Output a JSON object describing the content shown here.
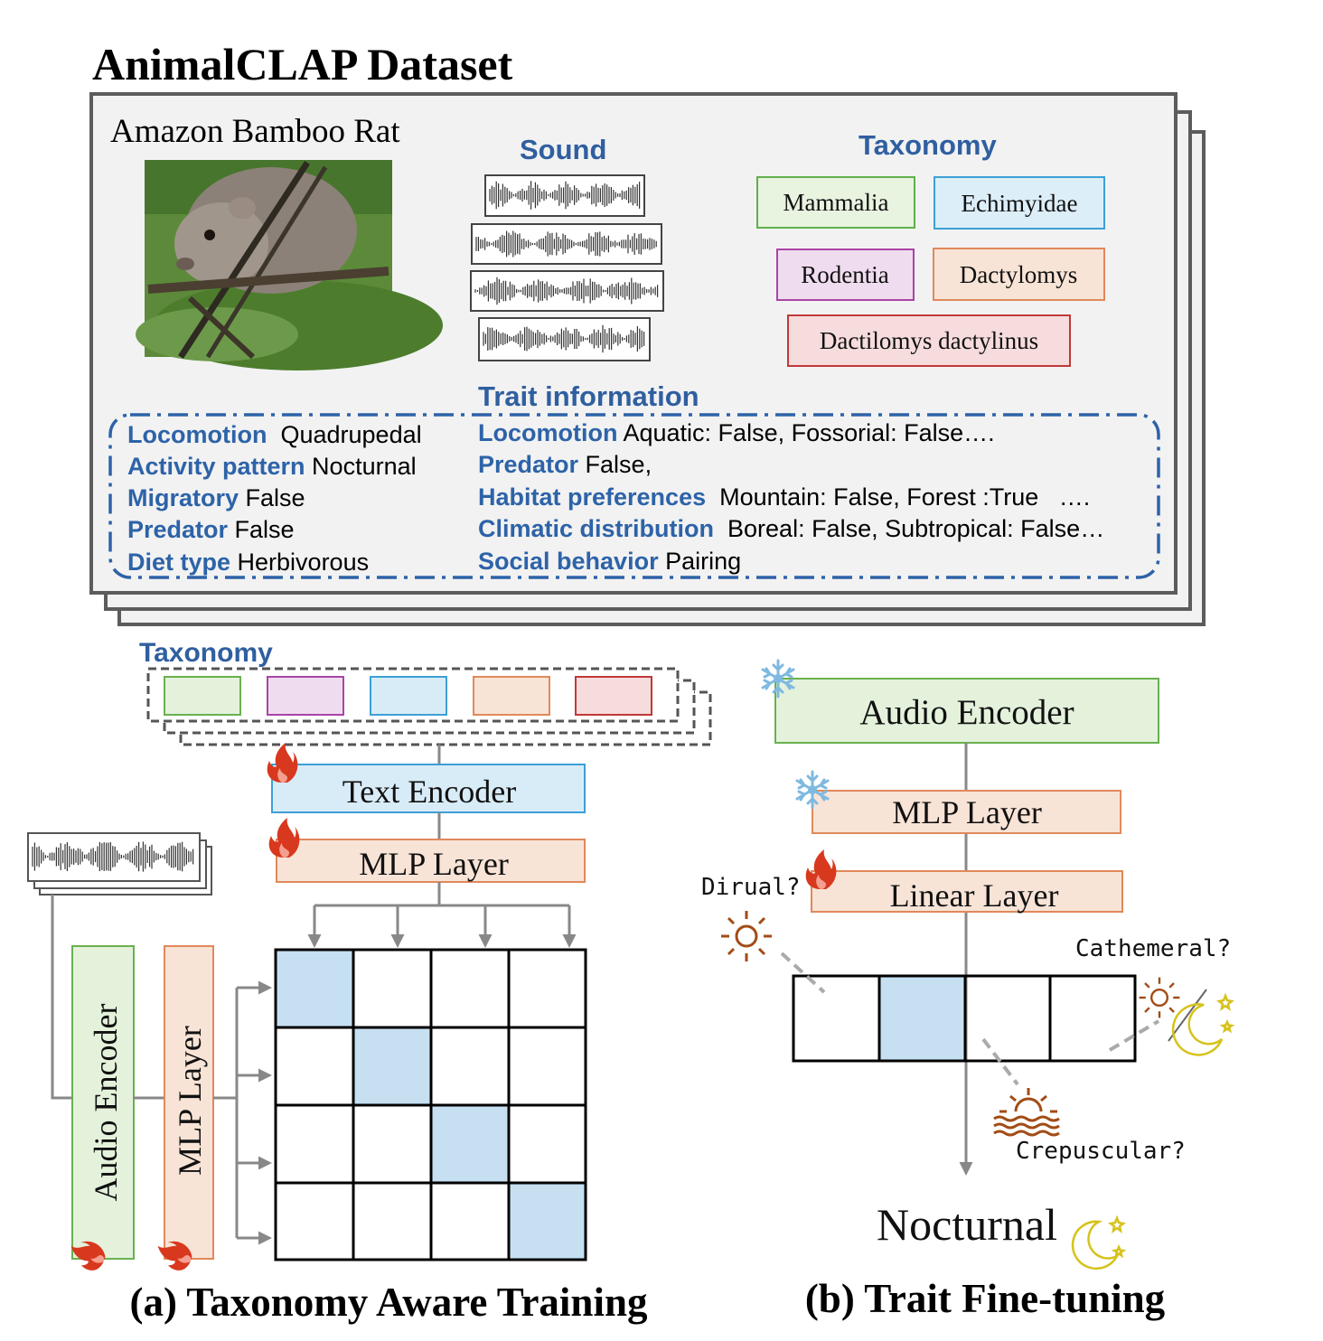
{
  "title": "AnimalCLAP Dataset",
  "species_name": "Amazon Bamboo Rat",
  "sound_heading": "Sound",
  "taxonomy_heading": "Taxonomy",
  "taxonomy_tags": [
    {
      "label": "Mammalia",
      "fill": "#e8f3e0",
      "stroke": "#5fb04b"
    },
    {
      "label": "Echimyidae",
      "fill": "#dceef8",
      "stroke": "#3d9fd6"
    },
    {
      "label": "Rodentia",
      "fill": "#f0dcef",
      "stroke": "#a845a6"
    },
    {
      "label": "Dactylomys",
      "fill": "#f8e4d6",
      "stroke": "#e0895b"
    },
    {
      "label": "Dactilomys dactylinus",
      "fill": "#f6dcdc",
      "stroke": "#c23838"
    }
  ],
  "trait_heading": "Trait information",
  "traits_left": [
    {
      "key": "Locomotion",
      "value": "  Quadrupedal"
    },
    {
      "key": "Activity pattern",
      "value": " Nocturnal"
    },
    {
      "key": "Migratory",
      "value": " False"
    },
    {
      "key": "Predator",
      "value": " False"
    },
    {
      "key": "Diet type",
      "value": " Herbivorous"
    }
  ],
  "traits_right": [
    {
      "key": "Locomotion",
      "value": " Aquatic: False, Fossorial: False…."
    },
    {
      "key": "Predator",
      "value": " False,"
    },
    {
      "key": "Habitat preferences",
      "value": "  Mountain: False, Forest :True   …."
    },
    {
      "key": "Climatic distribution",
      "value": "  Boreal: False, Subtropical: False…"
    },
    {
      "key": "Social behavior",
      "value": " Pairing"
    }
  ],
  "panel_a": {
    "taxonomy_label": "Taxonomy",
    "text_encoder": "Text Encoder",
    "mlp_layer": "MLP Layer",
    "audio_encoder": "Audio Encoder",
    "mlp_layer_vertical": "MLP Layer",
    "caption": "(a) Taxonomy Aware Training"
  },
  "panel_b": {
    "audio_encoder": "Audio Encoder",
    "mlp_layer": "MLP Layer",
    "linear_layer": "Linear Layer",
    "dirual": "Dirual?",
    "cathemeral": "Cathemeral?",
    "crepuscular": "Crepuscular?",
    "result": "Nocturnal",
    "caption": "(b) Trait Fine-tuning"
  },
  "colors": {
    "trait_blue": "#2d63a8",
    "heading_blue": "#2f5fa0",
    "cell_blue": "#c6e0f2",
    "green_fill": "#e4f2dc",
    "green_stroke": "#6ab04f",
    "orange_fill": "#f8e4d6",
    "orange_stroke": "#e0895b",
    "blue_fill": "#d8ecf8",
    "blue_stroke": "#3d9fd6",
    "flame": "#d8381e",
    "snow": "#7fb9e0",
    "sun": "#a24c16",
    "moon": "#d6c21a"
  }
}
